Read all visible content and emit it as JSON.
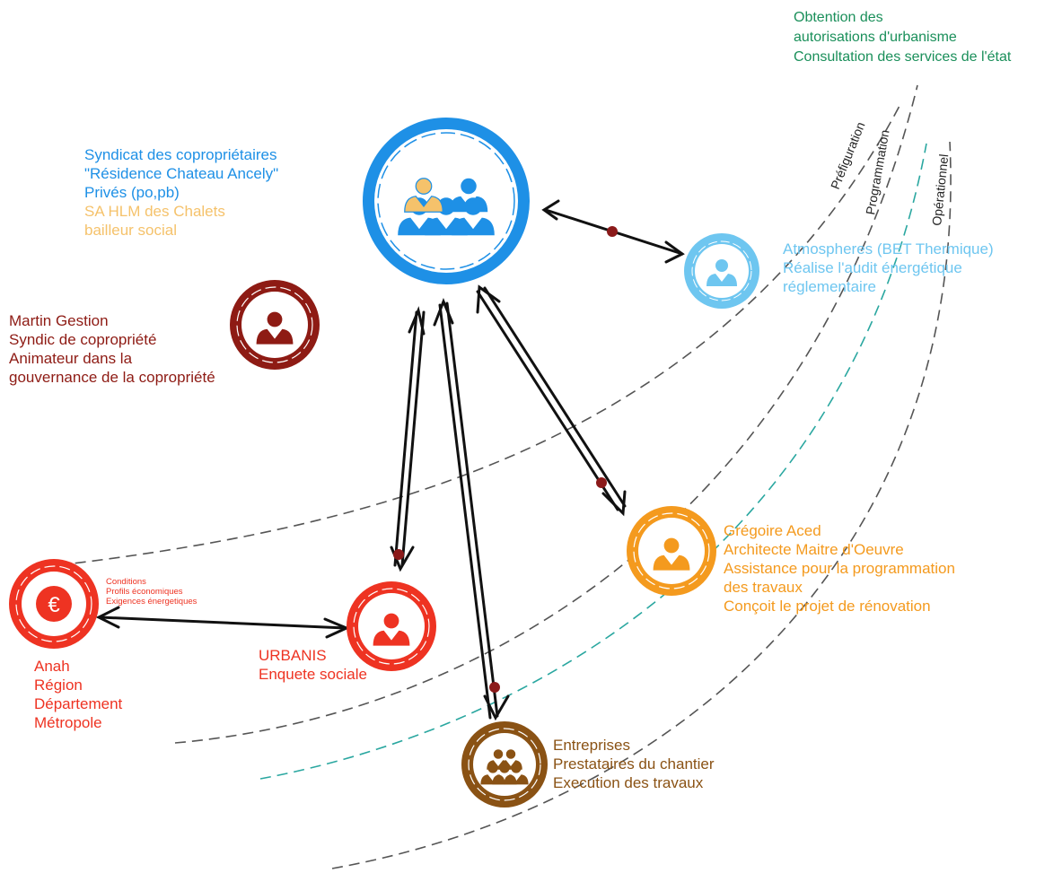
{
  "colors": {
    "syndicat": "#1e90e6",
    "hlm": "#f5c26b",
    "atmospheres": "#6ec6f0",
    "martin": "#8e1b14",
    "urbanis": "#ee3322",
    "anah": "#ee3322",
    "gregoire": "#f49a1e",
    "entreprises": "#8a5214",
    "autorisations": "#1a8f5a",
    "arrow": "#111111",
    "arrow_dot": "#8b1a1a",
    "dash_gray": "#555555",
    "dash_teal": "#2aa7a0"
  },
  "autorisations": {
    "lines": [
      "Obtention des",
      "autorisations d'urbanisme",
      "Consultation des services de l'état"
    ]
  },
  "phases": {
    "prefiguration": "Préfiguration",
    "programmation": "Programmation",
    "operationnel": "Opérationnel"
  },
  "syndicat": {
    "icon": "group-of-people-icon",
    "lines": [
      "Syndicat des copropriétaires",
      "\"Résidence Chateau Ancely\"",
      "Privés (po,pb)"
    ],
    "hlm_lines": [
      "SA HLM des Chalets",
      "bailleur social"
    ]
  },
  "atmospheres": {
    "icon": "person-icon",
    "lines": [
      "Atmospheres (BET Thermique)",
      "Réalise l'audit énergétique",
      "réglementaire"
    ]
  },
  "martin": {
    "icon": "person-icon",
    "lines": [
      "Martin Gestion",
      "Syndic de copropriété",
      "Animateur dans la",
      "gouvernance de la copropriété"
    ]
  },
  "urbanis": {
    "icon": "person-icon",
    "lines": [
      "URBANIS",
      "Enquete sociale"
    ]
  },
  "anah": {
    "icon": "euro-icon",
    "symbol": "€",
    "lines": [
      "Anah",
      "Région",
      "Département",
      "Métropole"
    ],
    "arrow_notes": [
      "Conditions",
      "Profils économiques",
      "Exigences énergetiques"
    ]
  },
  "gregoire": {
    "icon": "person-icon",
    "lines": [
      "Grégoire Aced",
      "Architecte Maitre d'Oeuvre",
      "Assistance pour la programmation",
      "des travaux",
      "Conçoit le projet de rénovation"
    ]
  },
  "entreprises": {
    "icon": "group-of-people-icon",
    "lines": [
      "Entreprises",
      "Prestataires du chantier",
      "Execution des travaux"
    ]
  }
}
